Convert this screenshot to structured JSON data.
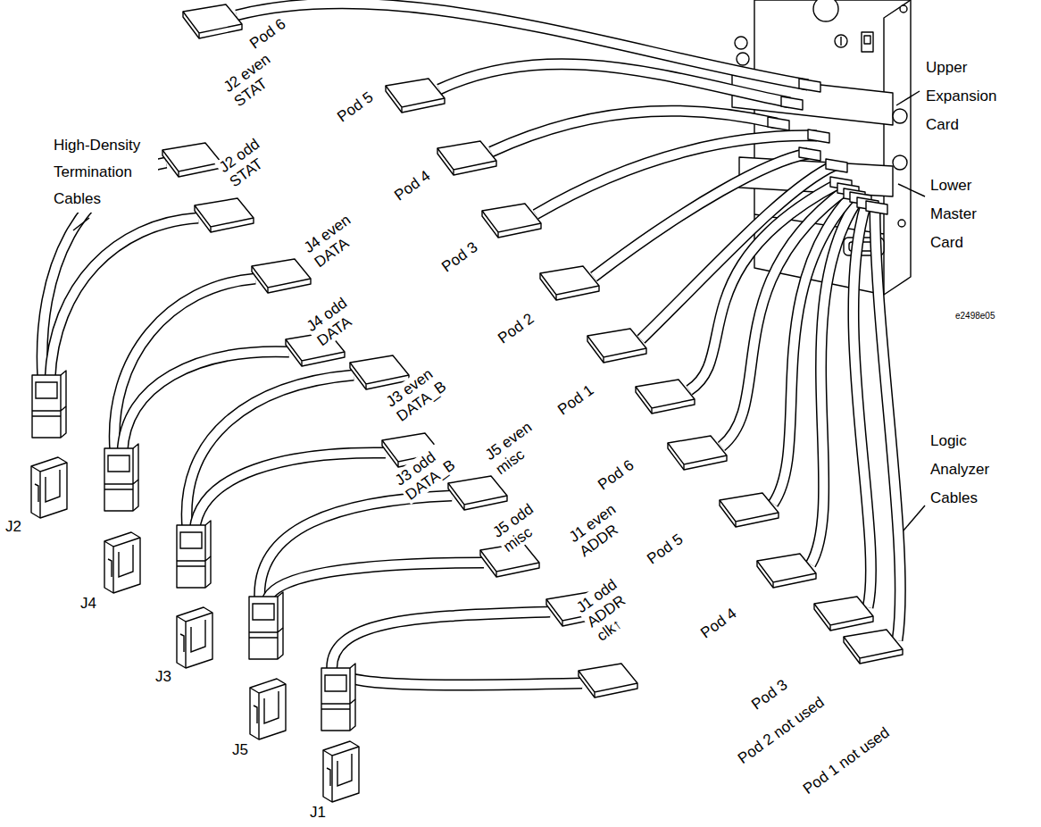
{
  "diagram": {
    "labels": [
      "High-Density Termination Cables",
      "J2 even STAT",
      "J2 odd STAT",
      "J4 even DATA",
      "J4 odd DATA",
      "J3 even DATA_B",
      "J3 odd DATA_B",
      "J5 even misc",
      "J5 odd misc",
      "J1 even ADDR",
      "J1 odd ADDR clk↑",
      "J2",
      "J4",
      "J3",
      "J5",
      "J1",
      "Pod 6",
      "Pod 5",
      "Pod 4",
      "Pod 3",
      "Pod 2",
      "Pod 1",
      "Pod 6",
      "Pod 5",
      "Pod 4",
      "Pod 3",
      "Pod 2 not used",
      "Pod 1 not used",
      "Upper Expansion Card",
      "Lower Master Card",
      "Logic Analyzer Cables",
      "e2498e05"
    ]
  }
}
